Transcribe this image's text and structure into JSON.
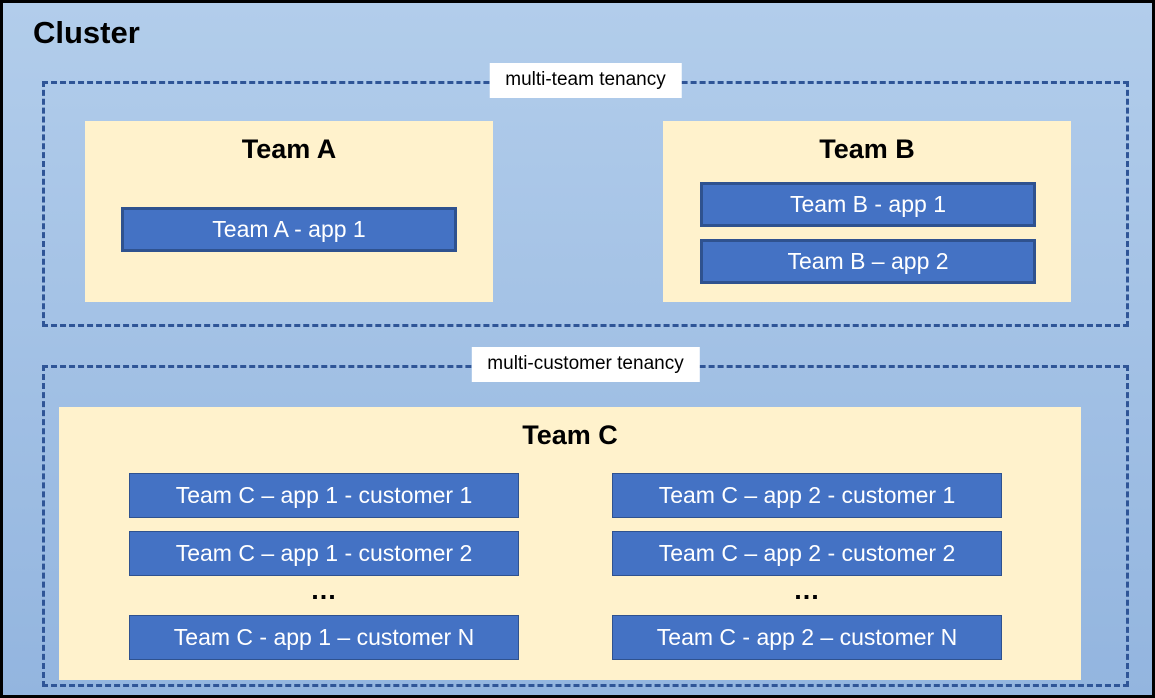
{
  "cluster": {
    "title": "Cluster"
  },
  "sections": {
    "multi_team": {
      "label": "multi-team tenancy"
    },
    "multi_customer": {
      "label": "multi-customer tenancy"
    }
  },
  "teams": {
    "a": {
      "title": "Team A",
      "apps": [
        "Team A - app 1"
      ]
    },
    "b": {
      "title": "Team B",
      "apps": [
        "Team B - app 1",
        "Team B – app 2"
      ]
    },
    "c": {
      "title": "Team C",
      "columns": [
        {
          "apps": [
            "Team C – app 1 - customer 1",
            "Team C – app 1 - customer 2"
          ],
          "ellipsis": "...",
          "last": "Team C - app 1 – customer N"
        },
        {
          "apps": [
            "Team C – app 2 - customer 1",
            "Team C – app 2 - customer 2"
          ],
          "ellipsis": "...",
          "last": "Team C - app 2 – customer N"
        }
      ]
    }
  },
  "colors": {
    "background_top": "#B2CDEB",
    "background_bottom": "#93B5DF",
    "panel_fill": "#FFF2CC",
    "app_fill": "#4472C4",
    "app_border": "#2F528F",
    "dashed_border": "#2F5597",
    "outer_border": "#000000",
    "app_text": "#FFFFFF",
    "label_bg": "#FFFFFF",
    "text": "#000000"
  }
}
